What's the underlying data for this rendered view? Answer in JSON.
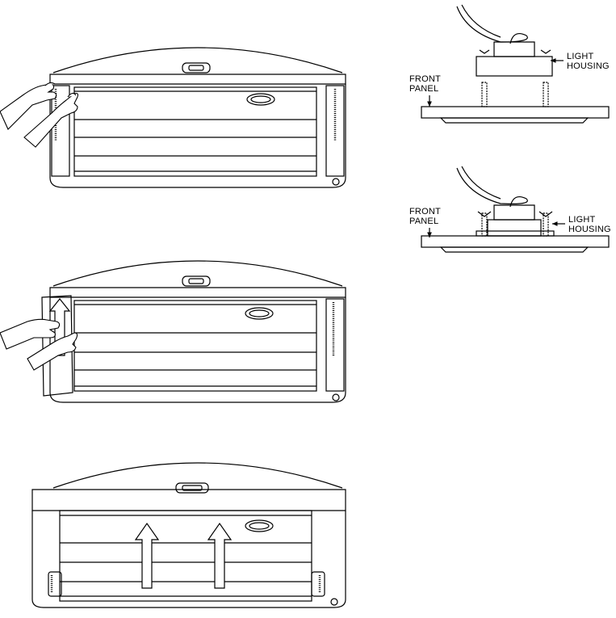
{
  "diagram": {
    "callouts": {
      "top": {
        "front": "FRONT",
        "panel": "PANEL",
        "light": "LIGHT",
        "housing": "HOUSING"
      },
      "bottom": {
        "front": "FRONT",
        "panel": "PANEL",
        "light": "LIGHT",
        "housing": "HOUSING"
      }
    }
  }
}
